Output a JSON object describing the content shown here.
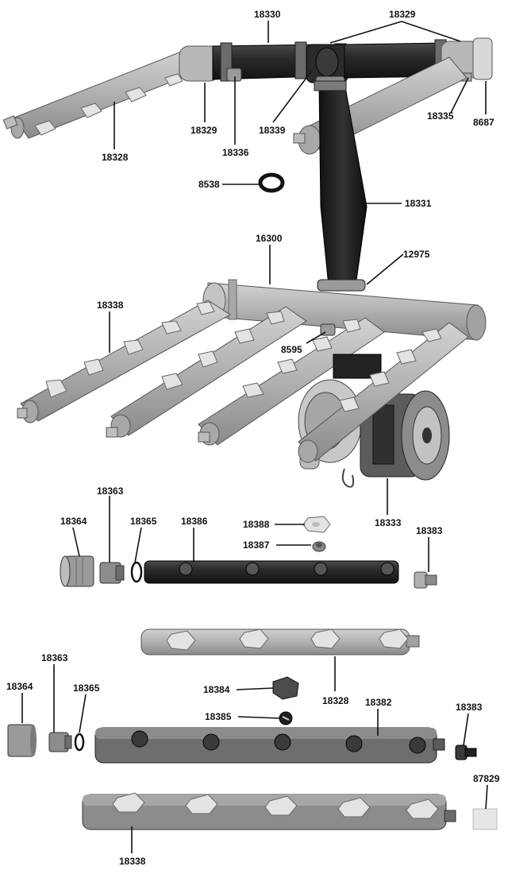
{
  "colors": {
    "pipe_light": "#b9b9b9",
    "pipe_mid": "#9e9e9e",
    "pipe_dark": "#7a7a7a",
    "hose_black": "#1e1e1e",
    "nozzle": "#e3e3e3",
    "motor": "#5c5c5c"
  },
  "labels": {
    "l18330": "18330",
    "l18329_top": "18329",
    "l18329_left": "18329",
    "l18328_top": "18328",
    "l18336": "18336",
    "l18339": "18339",
    "l18335": "18335",
    "l8687": "8687",
    "l8538": "8538",
    "l18331": "18331",
    "l16300": "16300",
    "l12975": "12975",
    "l18338_mid": "18338",
    "l8595": "8595",
    "l18333": "18333",
    "l18363_a": "18363",
    "l18364_a": "18364",
    "l18365_a": "18365",
    "l18386": "18386",
    "l18388": "18388",
    "l18387": "18387",
    "l18383_a": "18383",
    "l18328_bottom": "18328",
    "l18382": "18382",
    "l18384": "18384",
    "l18385": "18385",
    "l18363_b": "18363",
    "l18364_b": "18364",
    "l18365_b": "18365",
    "l18383_b": "18383",
    "l87829": "87829",
    "l18338_bottom": "18338"
  }
}
